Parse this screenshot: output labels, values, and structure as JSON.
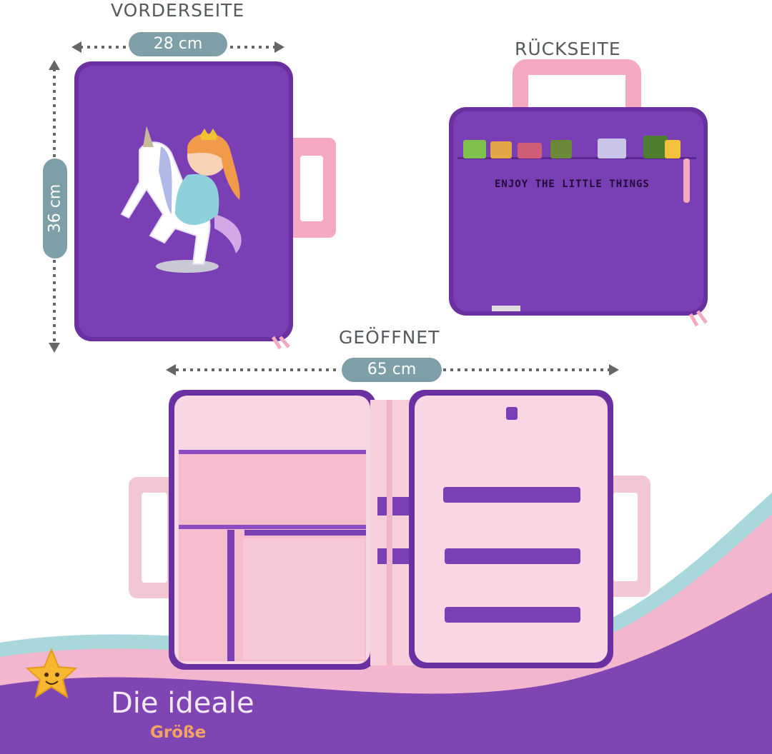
{
  "headings": {
    "front": "VORDERSEITE",
    "back": "RÜCKSEITE",
    "open": "GEÖFFNET"
  },
  "dimensions": {
    "front_width": "28 cm",
    "front_height": "36 cm",
    "open_width": "65 cm"
  },
  "back_bag_text": "ENJOY THE LITTLE THINGS",
  "footer": {
    "title": "Die ideale",
    "subtitle": "Größe"
  },
  "colors": {
    "bag_purple": "#7b3fb5",
    "handle_pink": "#f5a9c0",
    "lining_pink": "#f8d6e4",
    "label_pill": "#7e9fa8",
    "footer_purple": "#7f45b3",
    "accent_orange": "#f3a462"
  }
}
